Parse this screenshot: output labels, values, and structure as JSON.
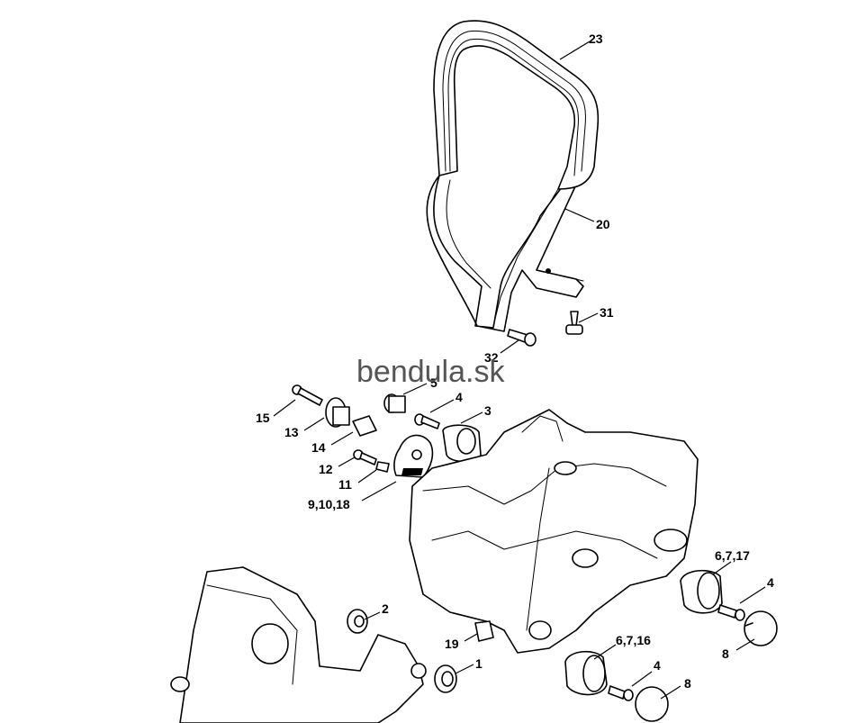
{
  "watermark": "bendula.sk",
  "callouts": {
    "c23": "23",
    "c20": "20",
    "c31": "31",
    "c32": "32",
    "c5": "5",
    "c4a": "4",
    "c3": "3",
    "c15": "15",
    "c13": "13",
    "c14": "14",
    "c12": "12",
    "c11": "11",
    "c9_10_18": "9,10,18",
    "c2": "2",
    "c19": "19",
    "c1": "1",
    "c6_7_17": "6,7,17",
    "c4b": "4",
    "c8a": "8",
    "c6_7_16": "6,7,16",
    "c4c": "4",
    "c8b": "8"
  },
  "parts": [
    {
      "key": "c23",
      "name": "handlebar-grip"
    },
    {
      "key": "c20",
      "name": "handlebar-tube"
    },
    {
      "key": "c31",
      "name": "screw"
    },
    {
      "key": "c32",
      "name": "screw"
    },
    {
      "key": "c5",
      "name": "bushing"
    },
    {
      "key": "c4a",
      "name": "screw"
    },
    {
      "key": "c3",
      "name": "buffer"
    },
    {
      "key": "c15",
      "name": "screw"
    },
    {
      "key": "c13",
      "name": "washer-sleeve"
    },
    {
      "key": "c14",
      "name": "sleeve"
    },
    {
      "key": "c12",
      "name": "screw"
    },
    {
      "key": "c11",
      "name": "pin"
    },
    {
      "key": "c9_10_18",
      "name": "cover"
    },
    {
      "key": "c2",
      "name": "ring"
    },
    {
      "key": "c19",
      "name": "plug"
    },
    {
      "key": "c1",
      "name": "ring"
    },
    {
      "key": "c6_7_17",
      "name": "buffer"
    },
    {
      "key": "c4b",
      "name": "screw"
    },
    {
      "key": "c8a",
      "name": "cap"
    },
    {
      "key": "c6_7_16",
      "name": "buffer"
    },
    {
      "key": "c4c",
      "name": "screw"
    },
    {
      "key": "c8b",
      "name": "cap"
    }
  ]
}
